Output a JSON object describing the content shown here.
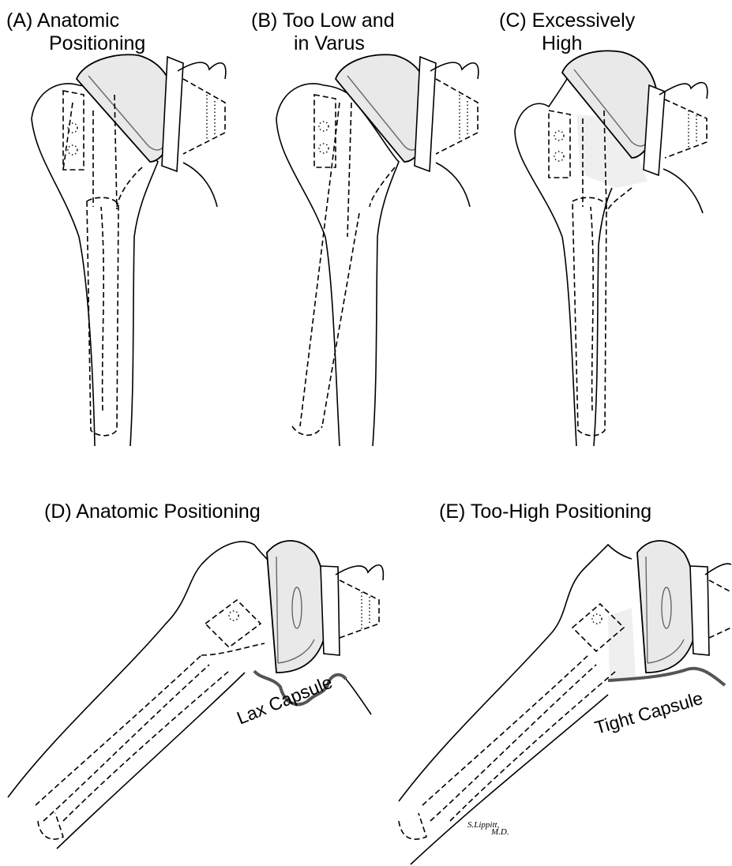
{
  "panels": {
    "a": {
      "label_line1": "(A) Anatomic",
      "label_line2": "Positioning"
    },
    "b": {
      "label_line1": "(B) Too Low and",
      "label_line2": "in Varus"
    },
    "c": {
      "label_line1": "(C) Excessively",
      "label_line2": "High"
    },
    "d": {
      "label": "(D) Anatomic Positioning",
      "capsule_label": "Lax Capsule"
    },
    "e": {
      "label": "(E) Too-High Positioning",
      "capsule_label": "Tight Capsule"
    }
  },
  "signature": {
    "line1": "S.Lippitt,",
    "line2": "M.D."
  },
  "colors": {
    "line": "#000000",
    "head_fill": "#e9e9e9",
    "capsule": "#555555"
  }
}
